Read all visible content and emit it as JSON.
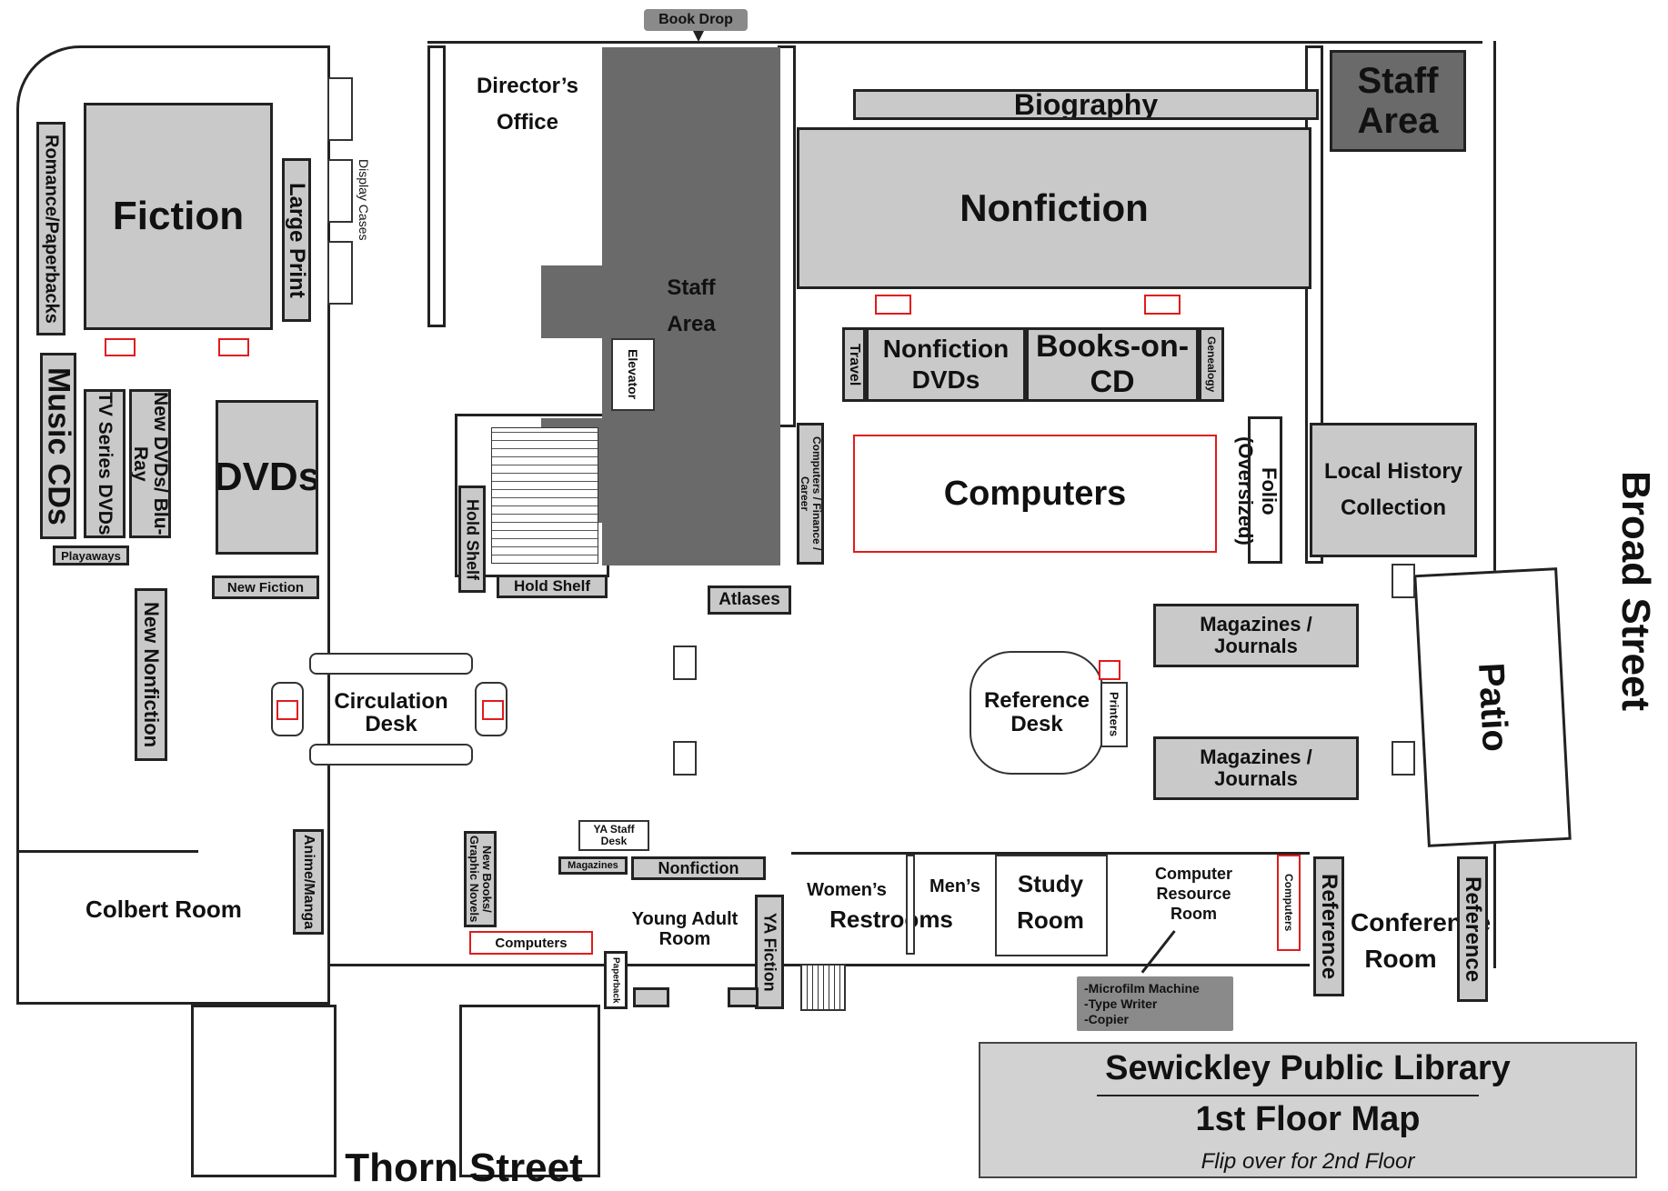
{
  "map": {
    "title": "Sewickley Public Library",
    "subtitle": "1st Floor Map",
    "note": "Flip over for 2nd Floor",
    "streets": {
      "bottom": "Thorn Street",
      "right": "Broad Street"
    }
  },
  "areas": {
    "book_drop": "Book Drop",
    "directors_office": "Director’s Office",
    "staff_area_center": "Staff Area",
    "staff_area_corner": "Staff Area",
    "biography": "Biography",
    "nonfiction": "Nonfiction",
    "fiction": "Fiction",
    "romance_paperbacks": "Romance/Paperbacks",
    "large_print": "Large Print",
    "display_cases": "Display Cases",
    "music_cds": "Music CDs",
    "tv_series_dvds": "TV Series DVDs",
    "new_dvds_bluray": "New DVDs/ Blu-Ray",
    "dvds": "DVDs",
    "playaways": "Playaways",
    "new_fiction": "New Fiction",
    "new_nonfiction": "New Nonfiction",
    "elevator": "Elevator",
    "hold_shelf_vertical": "Hold Shelf",
    "hold_shelf": "Hold Shelf",
    "atlases": "Atlases",
    "computers_finance": "Computers / Finance / Career",
    "travel": "Travel",
    "nonfiction_dvds": "Nonfiction DVDs",
    "books_on_cd": "Books-on-CD",
    "genealogy": "Genealogy",
    "computers_main": "Computers",
    "folio": "Folio (Oversized)",
    "local_history": "Local History Collection",
    "circulation_desk": "Circulation Desk",
    "magazines_journals_1": "Magazines / Journals",
    "magazines_journals_2": "Magazines / Journals",
    "reference_desk": "Reference Desk",
    "printers": "Printers",
    "patio": "Patio",
    "colbert_room": "Colbert Room",
    "anime_manga": "Anime/Manga",
    "new_books_graphic": "New Books/ Graphic Novels",
    "ya_staff_desk": "YA Staff Desk",
    "magazines_small": "Magazines",
    "nonfiction_ya": "Nonfiction",
    "computers_ya": "Computers",
    "paperback": "Paperback",
    "young_adult_room": "Young Adult Room",
    "ya_fiction": "YA Fiction",
    "womens": "Women’s",
    "mens": "Men’s",
    "restrooms": "Restrooms",
    "study_room": "Study Room",
    "computer_resource_room": "Computer Resource Room",
    "computers_cr": "Computers",
    "cr_items": "-Microfilm Machine\n-Type Writer\n-Copier",
    "reference_left": "Reference",
    "conference_room": "Conference Room",
    "reference_right": "Reference"
  },
  "colors": {
    "shelf": "#c9c9c9",
    "staff": "#6a6a6a",
    "computer_outline": "#e21b1b",
    "wall": "#222222"
  }
}
